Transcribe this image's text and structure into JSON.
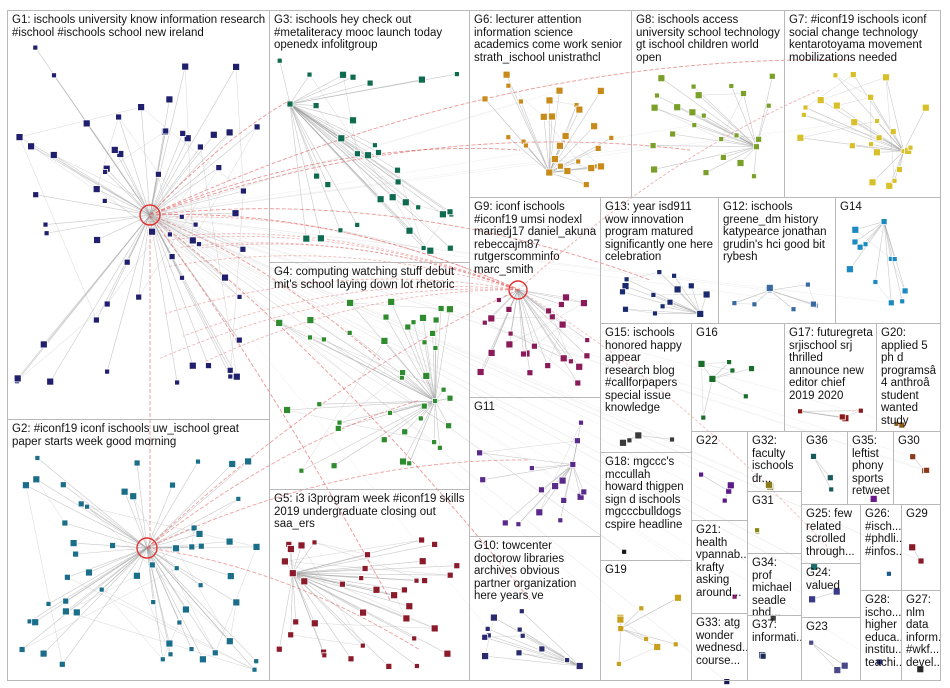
{
  "groups": [
    {
      "id": "G1",
      "label": "G1: ischools university know information research #ischool #ischools school new ireland",
      "color": "#1f1f6e"
    },
    {
      "id": "G2",
      "label": "G2: #iconf19 iconf ischools uw_ischool great paper starts week good morning",
      "color": "#1a6e8a"
    },
    {
      "id": "G3",
      "label": "G3: ischools hey check out #metaliteracy mooc launch today openedx infolitgroup",
      "color": "#0e6b4f"
    },
    {
      "id": "G4",
      "label": "G4: computing watching stuff debut mit's school laying down lot rhetoric",
      "color": "#2e8b2e"
    },
    {
      "id": "G5",
      "label": "G5: i3 i3program week #iconf19 skills 2019 undergraduate closing out saa_ers",
      "color": "#8b1a2a"
    },
    {
      "id": "G6",
      "label": "G6: lecturer attention information science academics come work senior strath_ischool unistrathcl",
      "color": "#c88a1a"
    },
    {
      "id": "G7",
      "label": "G7: #iconf19 ischools iconf social change technology kentarotoyama movement mobilizations needed",
      "color": "#d8c02a"
    },
    {
      "id": "G8",
      "label": "G8: ischools access university school technology gt ischool children world open",
      "color": "#7aa02a"
    },
    {
      "id": "G9",
      "label": "G9: iconf ischools #iconf19 umsi nodexl mariedj17 daniel_akuna rebeccajm87 rutgerscomminfo marc_smith",
      "color": "#8a1a5a"
    },
    {
      "id": "G10",
      "label": "G10: towcenter doctorow libraries archives obvious partner organization here years ve",
      "color": "#2a2a6e"
    },
    {
      "id": "G11",
      "label": "G11",
      "color": "#5a2a8a"
    },
    {
      "id": "G12",
      "label": "G12: ischools greene_dm history katypearce jonathan grudin's hci good bit rybesh",
      "color": "#3a6aa0"
    },
    {
      "id": "G13",
      "label": "G13: year isd911 wow innovation program matured significantly one here celebration",
      "color": "#1a2a6e"
    },
    {
      "id": "G14",
      "label": "G14",
      "color": "#1a8ac0"
    },
    {
      "id": "G15",
      "label": "G15: ischools honored happy appear research blog #callforpapers special issue knowledge",
      "color": "#3a3a3a"
    },
    {
      "id": "G16",
      "label": "G16",
      "color": "#1a6e2a"
    },
    {
      "id": "G17",
      "label": "G17: futuregreta srjischool srj thrilled announce new editor chief 2019 2020",
      "color": "#8a1a1a"
    },
    {
      "id": "G18",
      "label": "G18: mgccc's mccullah howard thigpen sign d ischools mgcccbulldogs cspire headline",
      "color": "#1a1a1a"
    },
    {
      "id": "G19",
      "label": "G19",
      "color": "#c8a01a"
    },
    {
      "id": "G20",
      "label": "G20: applied 5 ph d programsâ 4 anthroâ student wanted study",
      "color": "#8a5a1a"
    },
    {
      "id": "G21",
      "label": "G21: health vpannab... krafty asking around...",
      "color": "#8a1a6e"
    },
    {
      "id": "G22",
      "label": "G22",
      "color": "#5a1a8a"
    },
    {
      "id": "G23",
      "label": "G23",
      "color": "#4a4a8a"
    },
    {
      "id": "G24",
      "label": "G24: valued",
      "color": "#3a3a8a"
    },
    {
      "id": "G25",
      "label": "G25: few related scrolled through...",
      "color": "#1a6e6e"
    },
    {
      "id": "G26",
      "label": "G26: #isch... #phdli... #infos...",
      "color": "#1a5a8a"
    },
    {
      "id": "G27",
      "label": "G27: nlm data inform... #wkf... devel...",
      "color": "#2a2a2a"
    },
    {
      "id": "G28",
      "label": "G28: ischo... higher educa... institu... teachi...",
      "color": "#2a3a8a"
    },
    {
      "id": "G29",
      "label": "G29",
      "color": "#8a1a2a"
    },
    {
      "id": "G30",
      "label": "G30",
      "color": "#8a3a1a"
    },
    {
      "id": "G31",
      "label": "G31",
      "color": "#8a8a1a"
    },
    {
      "id": "G32",
      "label": "G32: faculty ischools dr...",
      "color": "#8a7a1a"
    },
    {
      "id": "G33",
      "label": "G33: atg wonder wednesd... course...",
      "color": "#1a1a5a"
    },
    {
      "id": "G34",
      "label": "G34: prof michael seadle phd...",
      "color": "#3a3a3a"
    },
    {
      "id": "G35",
      "label": "G35: leftist phony sports retweet",
      "color": "#6a1a8a"
    },
    {
      "id": "G36",
      "label": "G36",
      "color": "#1a5a5a"
    },
    {
      "id": "G37",
      "label": "G37: informati...",
      "color": "#1a2a5a"
    }
  ]
}
